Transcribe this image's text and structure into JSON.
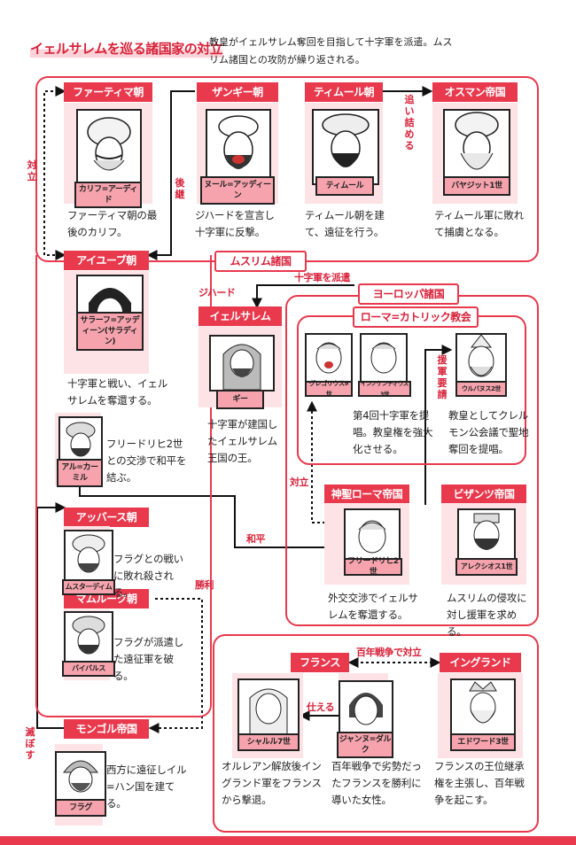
{
  "title": "イェルサレムを巡る諸国家の対立",
  "intro": "教皇がイェルサレム奪回を目指して十字軍を派遣。ムスリム諸国との攻防が繰り返される。",
  "colors": {
    "accent": "#e8394d",
    "card": "#fde3e6",
    "nameplate": "#f6a3ad"
  },
  "groups": {
    "muslim": "ムスリム諸国",
    "europe": "ヨーロッパ諸国",
    "rome": "ローマ=カトリック教会",
    "hre": "神聖ローマ帝国",
    "byzantine": "ビザンツ帝国",
    "france": "フランス",
    "england": "イングランド"
  },
  "states": {
    "fatimid": "ファーティマ朝",
    "zengid": "ザンギー朝",
    "timurid": "ティムール朝",
    "ottoman": "オスマン帝国",
    "ayyubid": "アイユーブ朝",
    "abbasid": "アッバース朝",
    "mamluk": "マムルーク朝",
    "mongol": "モンゴル帝国",
    "jerusalem": "イェルサレム"
  },
  "people": {
    "fatimid": {
      "name": "カリフ=アーディド",
      "desc": "ファーティマ朝の最後のカリフ。"
    },
    "zengid": {
      "name": "ヌール=アッディーン",
      "desc": "ジハードを宣言し十字軍に反撃。"
    },
    "timurid": {
      "name": "ティムール",
      "desc": "ティムール朝を建て、遠征を行う。"
    },
    "ottoman": {
      "name": "バヤジット1世",
      "desc": "ティムール軍に敗れて捕虜となる。"
    },
    "ayyubid": {
      "name": "サラーフ=アッディーン(サラディン)",
      "desc": "十字軍と戦い、イェルサレムを奪還する。"
    },
    "kamil": {
      "name": "アル=カーミル",
      "desc": "フリードリヒ2世との交渉で和平を結ぶ。"
    },
    "abbasid": {
      "name": "ムスターディム",
      "desc": "フラグとの戦いに敗れ殺される。"
    },
    "mamluk": {
      "name": "バイバルス",
      "desc": "フラグが派遣した遠征軍を破る。"
    },
    "mongol": {
      "name": "フラグ",
      "desc": "西方に遠征しイル=ハン国を建てる。"
    },
    "jerusalem": {
      "name": "ギー",
      "desc": "十字軍が建国したイェルサレム王国の王。"
    },
    "gregory": {
      "name": "グレゴリウス9世"
    },
    "innocent": {
      "name": "インノケンティウス3世"
    },
    "urban": {
      "name": "ウルバヌス2世"
    },
    "rome_desc_left": "第4回十字軍を提唱。教皇権を強大化させる。",
    "rome_desc_right": "教皇としてクレルモン公会議で聖地奪回を提唱。",
    "frederick": {
      "name": "フリードリヒ2世",
      "desc": "外交交渉でイェルサレムを奪還する。"
    },
    "alexius": {
      "name": "アレクシオス1世",
      "desc": "ムスリムの侵攻に対し援軍を求める。"
    },
    "charles": {
      "name": "シャルル7世",
      "desc": "オルレアン解放後イングランド軍をフランスから撃退。"
    },
    "joan": {
      "name": "ジャンヌ=ダルク",
      "desc": "百年戦争で劣勢だったフランスを勝利に導いた女性。"
    },
    "edward": {
      "name": "エドワード3世",
      "desc": "フランスの王位継承権を主張し、百年戦争を起こす。"
    }
  },
  "relations": {
    "oppose1": "対立",
    "succession": "後継",
    "cornered": "追い詰める",
    "jihad": "ジハード",
    "crusade": "十字軍を派遣",
    "aid": "援軍要請",
    "oppose2": "対立",
    "peace": "和平",
    "victory": "勝利",
    "destroy": "滅ぼす",
    "hundred_years": "百年戦争で対立",
    "serve": "仕える"
  }
}
